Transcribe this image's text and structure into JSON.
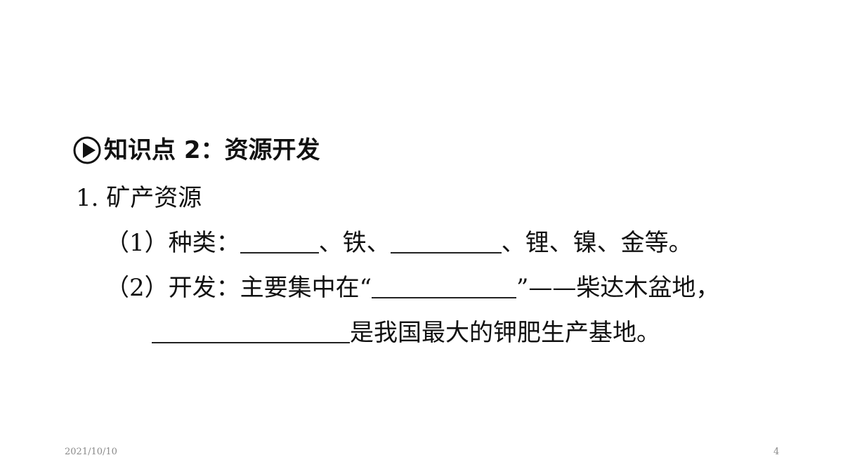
{
  "heading": {
    "text": "知识点 2：资源开发"
  },
  "items": {
    "item1": "1. 矿产资源",
    "item2_prefix": "（1）种类：",
    "item2_sep1": "、铁、",
    "item2_suffix": "、锂、镍、金等。",
    "item3_prefix": "（2）开发：主要集中在“",
    "item3_suffix": "”——柴达木盆地，",
    "item4_suffix": "是我国最大的钾肥生产基地。"
  },
  "footer": {
    "date": "2021/10/10",
    "page_number": "4"
  }
}
